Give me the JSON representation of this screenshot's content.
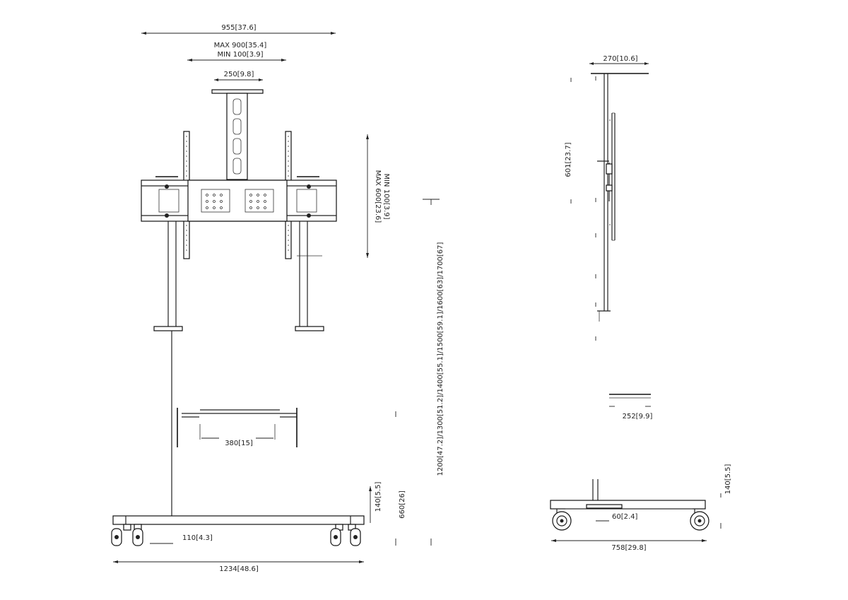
{
  "front_view": {
    "overall_width": "955[37.6]",
    "interface_width_max": "MAX 900[35.4]",
    "interface_width_min": "MIN 100[3.9]",
    "top_bracket_width": "250[9.8]",
    "interface_height_max": "MAX 600[23.6]",
    "interface_height_min": "MIN 100[3.9]",
    "heights": "1200[47.2]/1300[51.2]/1400[55.1]/1500[59.1]/1600[63]/1700[67]",
    "shelf_width": "380[15]",
    "base_offset": "110[4.3]",
    "base_height": "140[5.5]",
    "shelf_height": "660[26]",
    "base_width": "1234[48.6]"
  },
  "side_view": {
    "depth": "270[10.6]",
    "interface_height": "601[23.7]",
    "shelf_depth": "252[9.9]",
    "pole_offset": "60[2.4]",
    "base_height": "140[5.5]",
    "base_depth": "758[29.8]"
  }
}
